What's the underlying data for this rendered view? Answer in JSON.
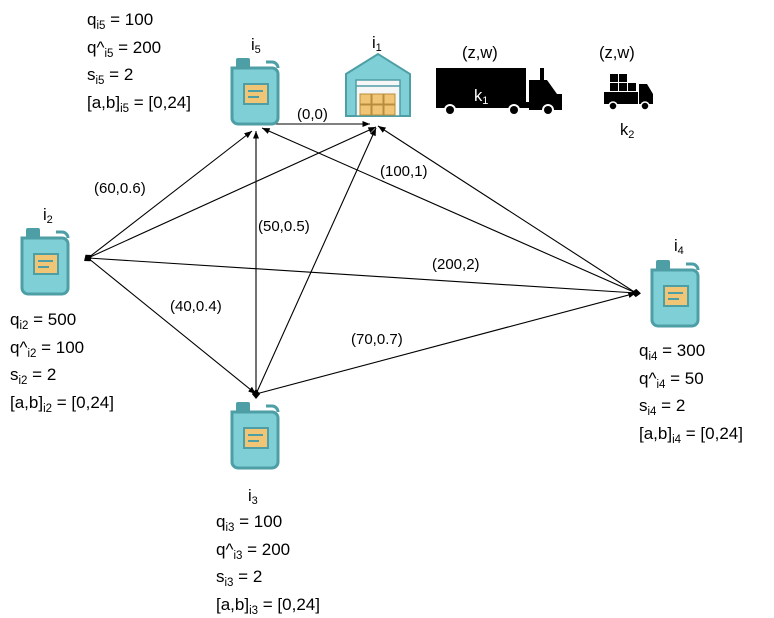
{
  "nodes": {
    "i1": {
      "letter": "i",
      "sub": "1"
    },
    "i2": {
      "letter": "i",
      "sub": "2"
    },
    "i3": {
      "letter": "i",
      "sub": "3"
    },
    "i4": {
      "letter": "i",
      "sub": "4"
    },
    "i5": {
      "letter": "i",
      "sub": "5"
    }
  },
  "attributes": {
    "i5": [
      {
        "pre": "q",
        "sub": "i5",
        "post": " = 100"
      },
      {
        "pre": "q^",
        "sub": "i5",
        "post": " = 200"
      },
      {
        "pre": "s",
        "sub": "i5",
        "post": " = 2"
      },
      {
        "pre": "[a,b]",
        "sub": "i5",
        "post": " = [0,24]"
      }
    ],
    "i2": [
      {
        "pre": "q",
        "sub": "i2",
        "post": " = 500"
      },
      {
        "pre": "q^",
        "sub": "i2",
        "post": " = 100"
      },
      {
        "pre": "s",
        "sub": "i2",
        "post": " = 2"
      },
      {
        "pre": "[a,b]",
        "sub": "i2",
        "post": " = [0,24]"
      }
    ],
    "i3": [
      {
        "pre": "q",
        "sub": "i3",
        "post": " = 100"
      },
      {
        "pre": "q^",
        "sub": "i3",
        "post": " = 200"
      },
      {
        "pre": "s",
        "sub": "i3",
        "post": " = 2"
      },
      {
        "pre": "[a,b]",
        "sub": "i3",
        "post": " = [0,24]"
      }
    ],
    "i4": [
      {
        "pre": "q",
        "sub": "i4",
        "post": " = 300"
      },
      {
        "pre": "q^",
        "sub": "i4",
        "post": " = 50"
      },
      {
        "pre": "s",
        "sub": "i4",
        "post": " = 2"
      },
      {
        "pre": "[a,b]",
        "sub": "i4",
        "post": " = [0,24]"
      }
    ]
  },
  "edge_labels": {
    "i5_i1": "(0,0)",
    "i2_i5": "(60,0.6)",
    "i4_i1": "(100,1)",
    "i3_i5": "(50,0.5)",
    "i2_i4": "(200,2)",
    "i2_i3": "(40,0.4)",
    "i3_i4": "(70,0.7)"
  },
  "vehicles": {
    "k1": {
      "pair": "(z,w)",
      "letter": "k",
      "sub": "1"
    },
    "k2": {
      "pair": "(z,w)",
      "letter": "k",
      "sub": "2"
    }
  },
  "colors": {
    "tank_fill": "#7fd0d6",
    "tank_stroke": "#4e9ea6",
    "tank_label": "#f0c575",
    "warehouse_fill": "#7fd0d6",
    "warehouse_boxes": "#f0c575",
    "truck": "#000000",
    "edge": "#000000"
  },
  "icons": {
    "customer": "fuel-tank-icon",
    "depot": "warehouse-icon",
    "vehicle_large": "semi-truck-icon",
    "vehicle_small": "delivery-truck-icon"
  }
}
